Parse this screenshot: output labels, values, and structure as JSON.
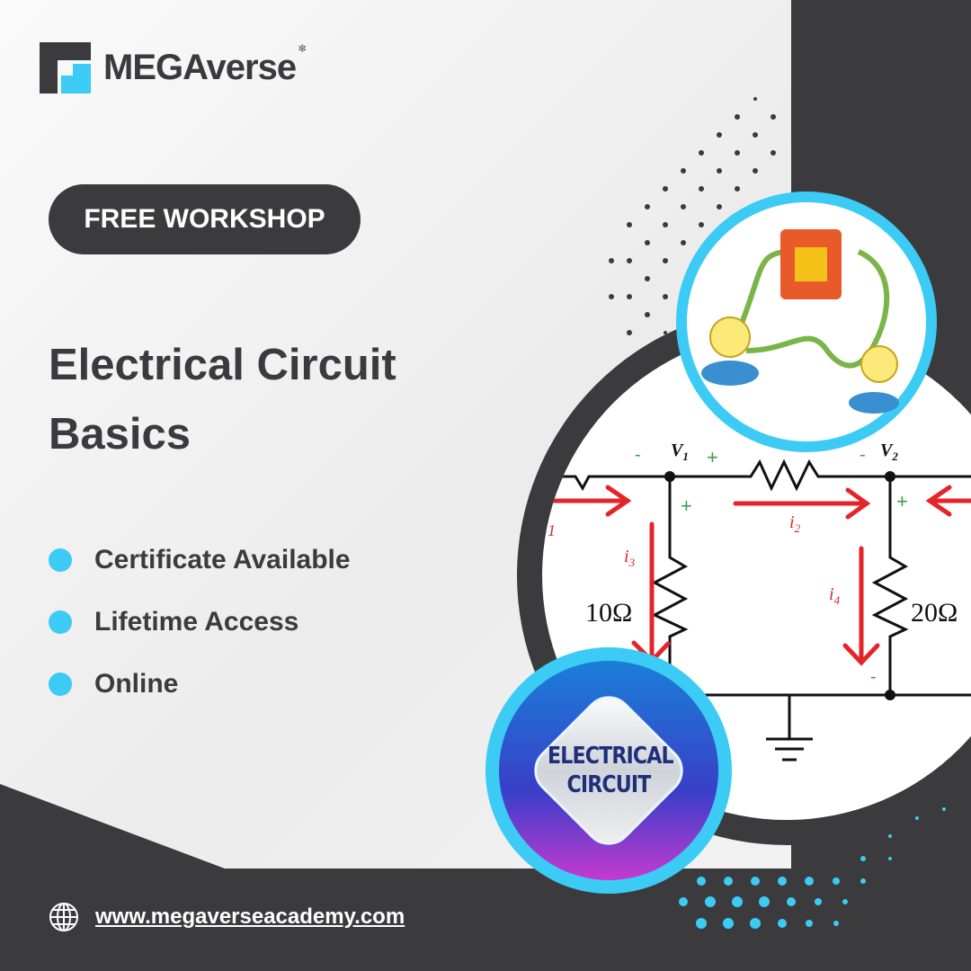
{
  "brand": {
    "name": "MEGAverse",
    "mark": "❄"
  },
  "badge": {
    "label": "FREE WORKSHOP"
  },
  "title": {
    "line1": "Electrical Circuit",
    "line2": "Basics"
  },
  "features": [
    "Certificate Available",
    "Lifetime Access",
    "Online"
  ],
  "footer": {
    "website": "www.megaverseacademy.com"
  },
  "circuit": {
    "v1": "V",
    "v1_sub": "1",
    "v2": "V",
    "v2_sub": "2",
    "i1": "1",
    "i2": "i",
    "i2_sub": "2",
    "i3": "i",
    "i3_sub": "3",
    "i4": "i",
    "i4_sub": "4",
    "r1": "10Ω",
    "r2": "20Ω",
    "plus": "+",
    "minus": "-"
  },
  "emblem": {
    "line1": "ELECTRICAL",
    "line2": "CIRCUIT"
  },
  "colors": {
    "dark": "#3b3b3d",
    "accent": "#3ccbf4",
    "arrow": "#e4242b",
    "sign": "#3aa04a"
  }
}
